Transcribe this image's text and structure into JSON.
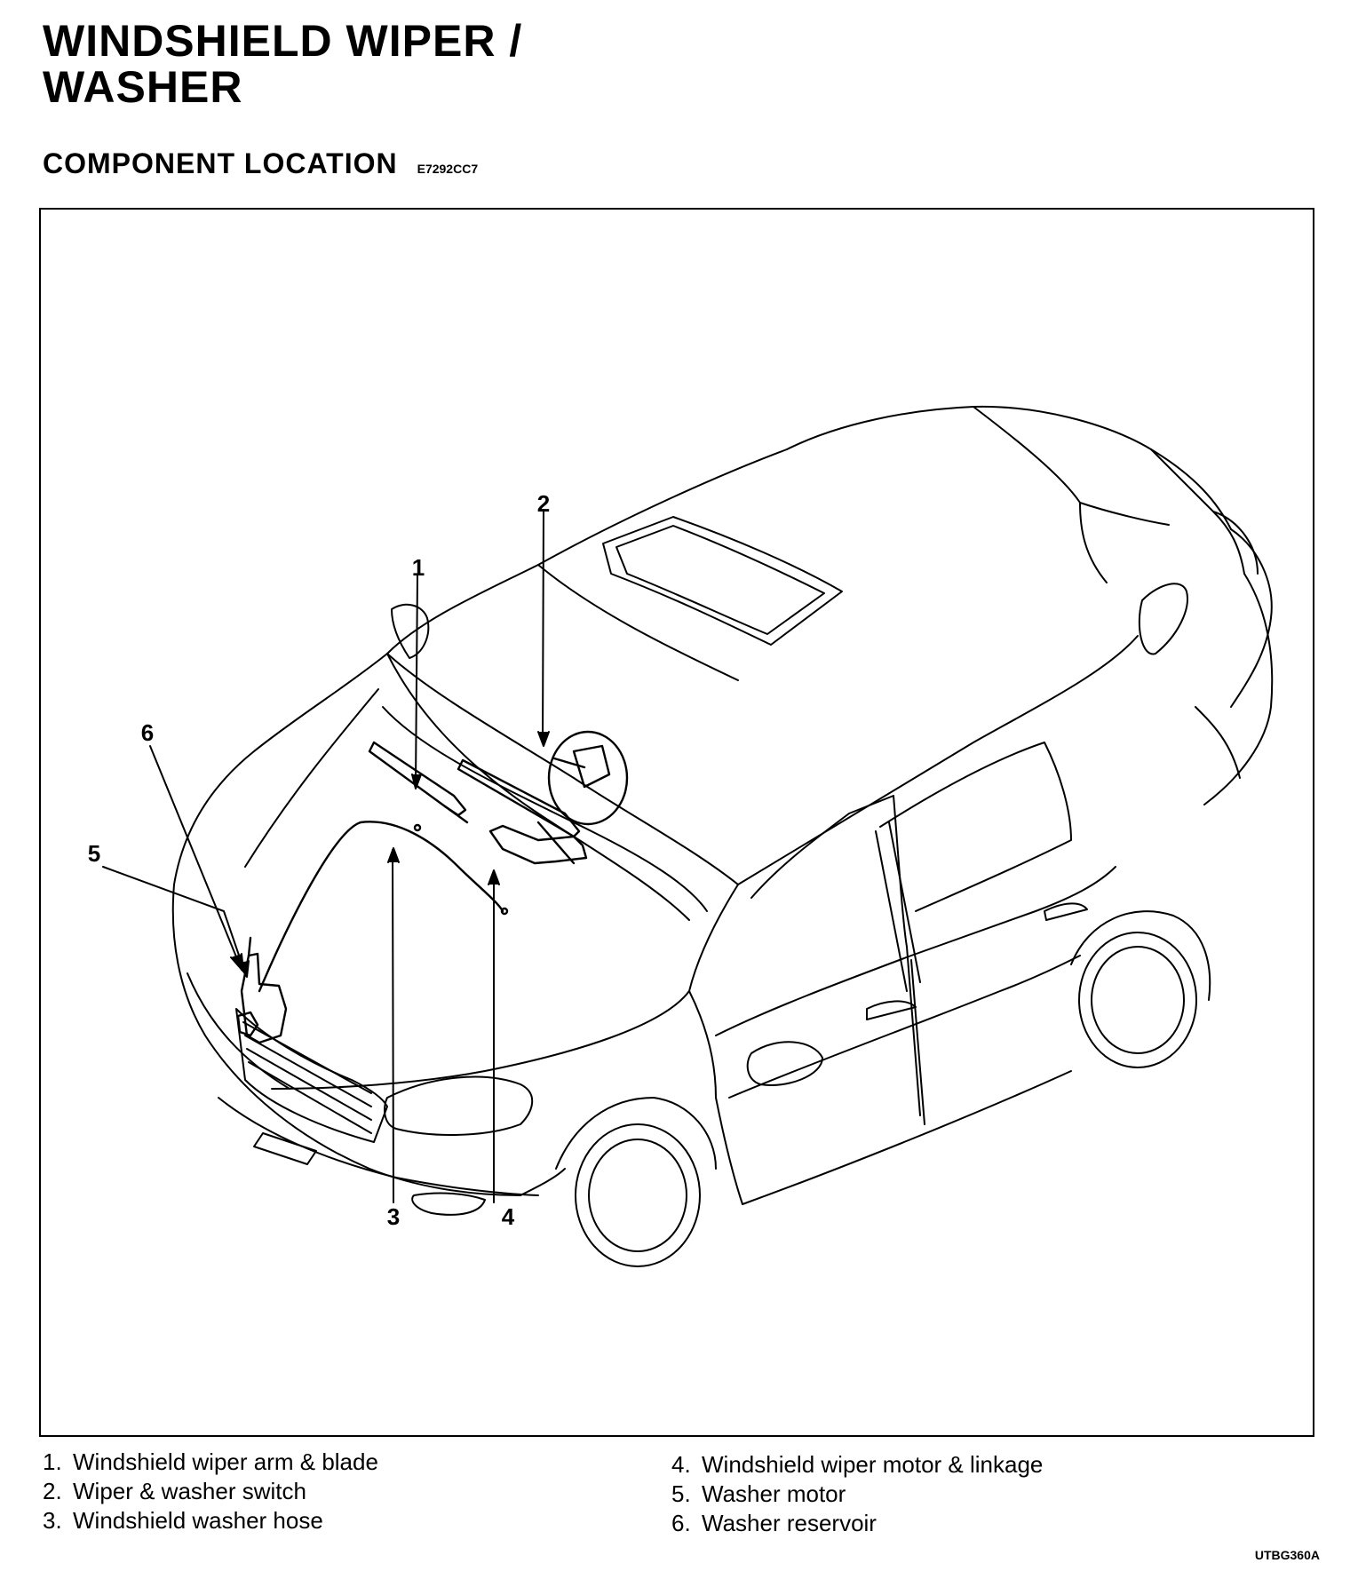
{
  "title": {
    "line1": "WINDSHIELD WIPER /",
    "line2": "WASHER"
  },
  "section": {
    "heading": "COMPONENT LOCATION",
    "code": "E7292CC7"
  },
  "callouts": {
    "c1": "1",
    "c2": "2",
    "c3": "3",
    "c4": "4",
    "c5": "5",
    "c6": "6"
  },
  "legend": [
    {
      "num": "1.",
      "text": "Windshield wiper arm & blade"
    },
    {
      "num": "2.",
      "text": "Wiper & washer switch"
    },
    {
      "num": "3.",
      "text": "Windshield washer hose"
    },
    {
      "num": "4.",
      "text": "Windshield wiper motor & linkage"
    },
    {
      "num": "5.",
      "text": "Washer motor"
    },
    {
      "num": "6.",
      "text": "Washer reservoir"
    }
  ],
  "figure_code": "UTBG360A"
}
